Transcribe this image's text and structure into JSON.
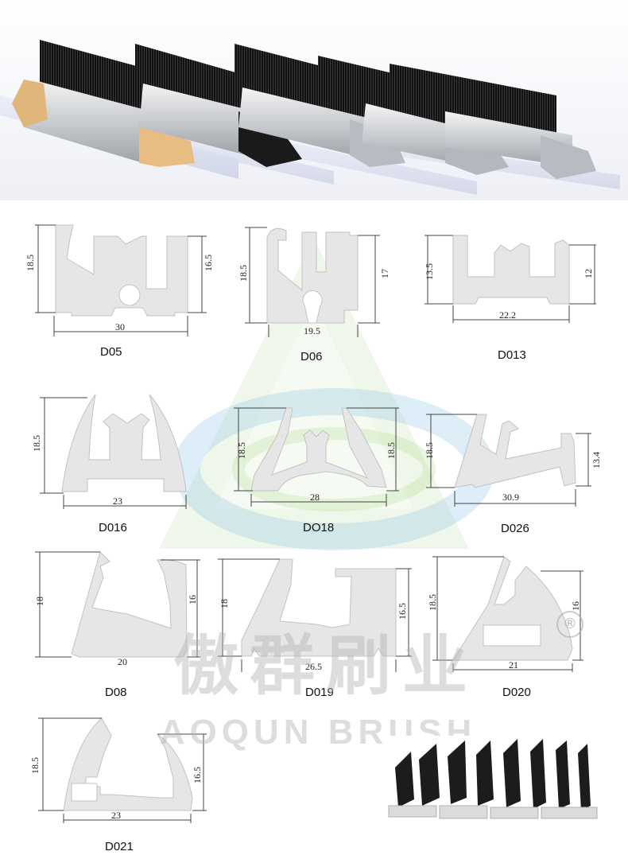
{
  "profiles": [
    {
      "code": "D05",
      "height_left": "18.5",
      "height_right": "16.5",
      "width": "30"
    },
    {
      "code": "D06",
      "height_left": "18.5",
      "height_right": "17",
      "width": "19.5"
    },
    {
      "code": "D013",
      "height_left": "13.5",
      "height_right": "12",
      "width": "22.2"
    },
    {
      "code": "D016",
      "height_left": "18.5",
      "width": "23"
    },
    {
      "code": "DO18",
      "height_left": "18.5",
      "height_right": "18.5",
      "width": "28"
    },
    {
      "code": "D026",
      "height_left": "18.5",
      "height_right": "13.4",
      "width": "30.9"
    },
    {
      "code": "D08",
      "height_left": "18",
      "height_right": "16",
      "width": "20"
    },
    {
      "code": "D019",
      "height_left": "18",
      "height_right": "16.5",
      "width": "26.5"
    },
    {
      "code": "D020",
      "height_left": "18.5",
      "height_right": "16",
      "width": "21"
    },
    {
      "code": "D021",
      "height_left": "18.5",
      "height_right": "16.5",
      "width": "23"
    }
  ],
  "watermark": {
    "chinese": "傲群刷业",
    "english": "AOQUN BRUSH",
    "registered": "®"
  },
  "colors": {
    "profile_fill": "#e6e6e6",
    "profile_stroke": "#bdbdbd",
    "brush": "#1b1b1b",
    "logo_green": "#6aa84f",
    "logo_blue": "#4aa3df"
  }
}
